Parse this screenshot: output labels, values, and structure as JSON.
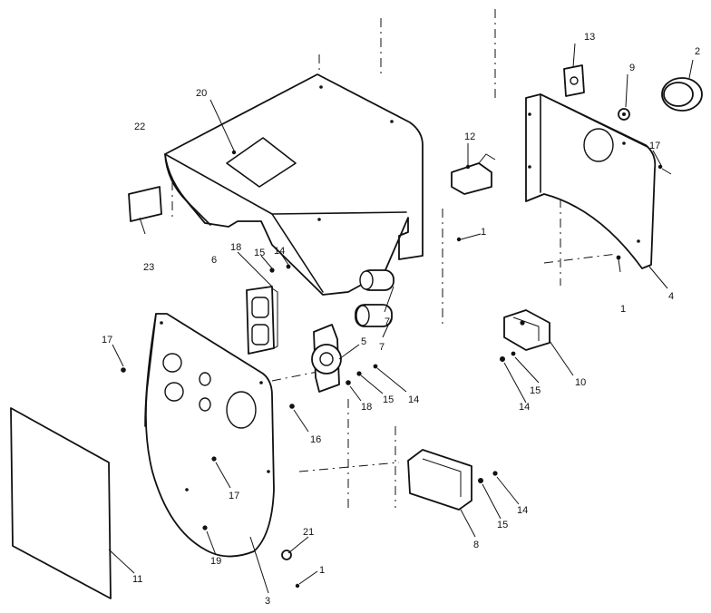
{
  "labels": [
    {
      "key": "l1a",
      "text": "1"
    },
    {
      "key": "l1b",
      "text": "1"
    },
    {
      "key": "l1c",
      "text": "1"
    },
    {
      "key": "l2",
      "text": "2"
    },
    {
      "key": "l3",
      "text": "3"
    },
    {
      "key": "l4",
      "text": "4"
    },
    {
      "key": "l5",
      "text": "5"
    },
    {
      "key": "l6",
      "text": "6"
    },
    {
      "key": "l7a",
      "text": "7"
    },
    {
      "key": "l7b",
      "text": "7"
    },
    {
      "key": "l8",
      "text": "8"
    },
    {
      "key": "l9",
      "text": "9"
    },
    {
      "key": "l10",
      "text": "10"
    },
    {
      "key": "l11",
      "text": "11"
    },
    {
      "key": "l12",
      "text": "12"
    },
    {
      "key": "l13",
      "text": "13"
    },
    {
      "key": "l14a",
      "text": "14"
    },
    {
      "key": "l14b",
      "text": "14"
    },
    {
      "key": "l14c",
      "text": "14"
    },
    {
      "key": "l14d",
      "text": "14"
    },
    {
      "key": "l15a",
      "text": "15"
    },
    {
      "key": "l15b",
      "text": "15"
    },
    {
      "key": "l15c",
      "text": "15"
    },
    {
      "key": "l15d",
      "text": "15"
    },
    {
      "key": "l16",
      "text": "16"
    },
    {
      "key": "l17a",
      "text": "17"
    },
    {
      "key": "l17b",
      "text": "17"
    },
    {
      "key": "l17c",
      "text": "17"
    },
    {
      "key": "l18a",
      "text": "18"
    },
    {
      "key": "l18b",
      "text": "18"
    },
    {
      "key": "l19",
      "text": "19"
    },
    {
      "key": "l20",
      "text": "20"
    },
    {
      "key": "l21",
      "text": "21"
    },
    {
      "key": "l22",
      "text": "22"
    },
    {
      "key": "l23",
      "text": "23"
    }
  ]
}
